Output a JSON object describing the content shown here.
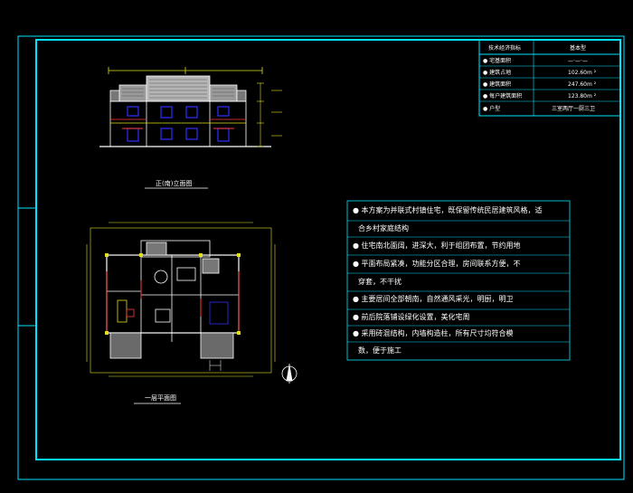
{
  "spec_table": {
    "header_left": "技术经济指标",
    "header_right": "基本型",
    "rows": [
      {
        "label": "● 宅基面积",
        "value": "—·—·—"
      },
      {
        "label": "● 建筑占地",
        "value": "102.60m ²"
      },
      {
        "label": "● 建筑面积",
        "value": "247.60m ²"
      },
      {
        "label": "● 每户建筑面积",
        "value": "123.80m ²"
      },
      {
        "label": "● 户型",
        "value": "三室两厅一厨三卫"
      }
    ]
  },
  "elevation_caption": "正(南)立面图",
  "plan_caption": "一层平面图",
  "notes": [
    "● 本方案为并联式村镇住宅，既保留传统民居建筑风格，适",
    "合乡村家庭结构",
    "● 住宅南北面阔，进深大，利于组团布置，节约用地",
    "● 平面布局紧凑，功能分区合理，房间联系方便，不",
    "穿套，不干扰",
    "● 主要居间全部朝南，自然通风采光，明厨，明卫",
    "● 前后院落铺设绿化设置，美化宅周",
    "● 采用砖混结构，内墙构造柱，所有尺寸均符合模",
    "数，便于施工"
  ],
  "colors": {
    "frame": "#00e5ff",
    "drawing": "#ffffff",
    "roof": "#c8c8c8",
    "windows": "#3030ff",
    "accent": "#ff3b3b",
    "dims": "#e0e020"
  }
}
